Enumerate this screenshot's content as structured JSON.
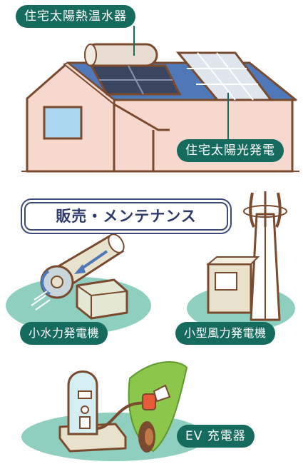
{
  "labels": {
    "solar_water_heater": "住宅太陽熱温水器",
    "solar_power": "住宅太陽光発電",
    "sales_maintenance": "販売・メンテナンス",
    "small_hydro": "小水力発電機",
    "small_wind": "小型風力発電機",
    "ev_charger": "EV 充電器"
  },
  "colors": {
    "label_bg": "#166b5f",
    "teal_ground": "#8fcfbf",
    "roof_blue": "#4f78b8",
    "house_wall": "#f7d8cf",
    "outline": "#7a4a2e",
    "leaf_green": "#8cc64a"
  }
}
